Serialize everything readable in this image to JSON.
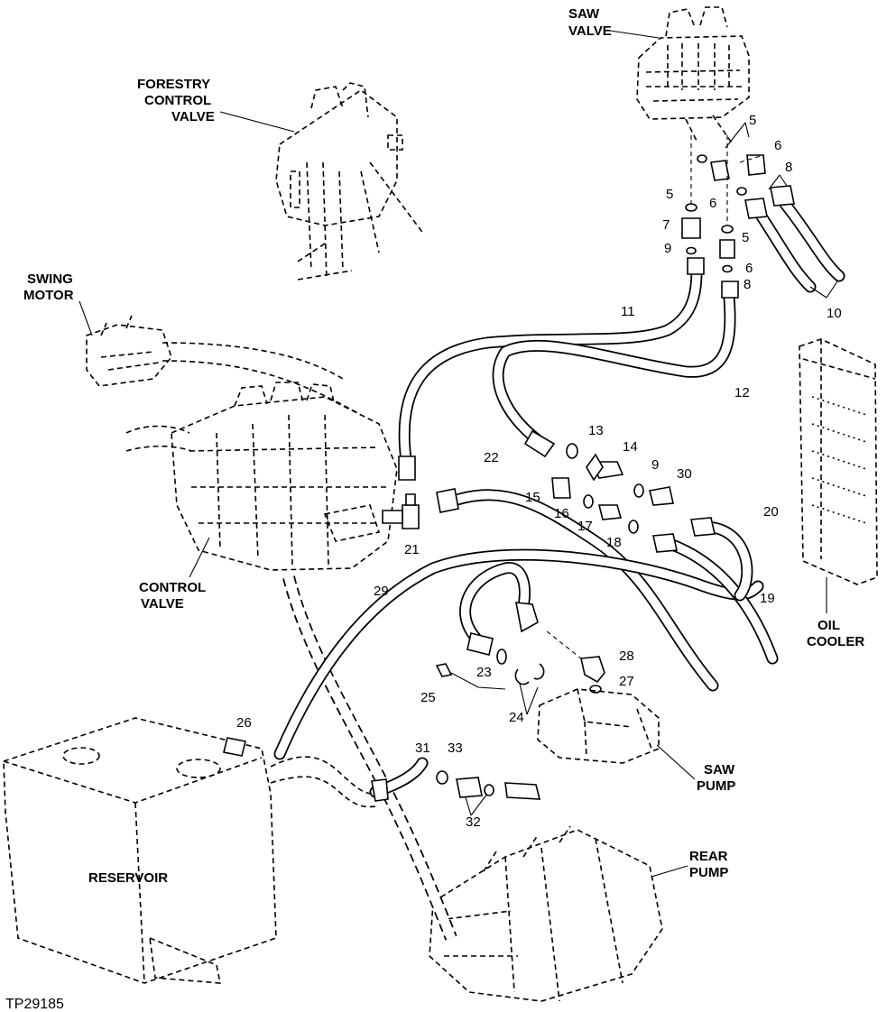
{
  "figure_id": "TP29185",
  "components": {
    "saw_valve": [
      "SAW",
      "VALVE"
    ],
    "forestry_control_valve": [
      "FORESTRY",
      "CONTROL",
      "VALVE"
    ],
    "swing_motor": [
      "SWING",
      "MOTOR"
    ],
    "control_valve": [
      "CONTROL",
      "VALVE"
    ],
    "oil_cooler": [
      "OIL",
      "COOLER"
    ],
    "saw_pump": [
      "SAW",
      "PUMP"
    ],
    "rear_pump": [
      "REAR",
      "PUMP"
    ],
    "reservoir": "RESERVOIR"
  },
  "callouts": [
    "5",
    "5",
    "5",
    "6",
    "6",
    "6",
    "8",
    "8",
    "7",
    "9",
    "9",
    "10",
    "11",
    "12",
    "13",
    "14",
    "15",
    "16",
    "17",
    "18",
    "19",
    "20",
    "21",
    "22",
    "23",
    "24",
    "25",
    "26",
    "27",
    "28",
    "29",
    "30",
    "31",
    "32",
    "33"
  ]
}
